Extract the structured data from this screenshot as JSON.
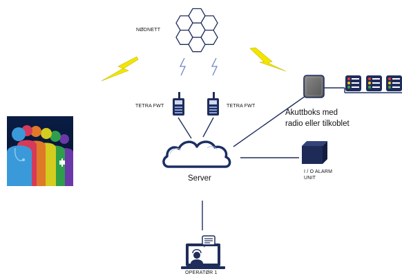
{
  "diagram": {
    "network_label": "NØDNETT",
    "radio_left_label": "TETRA FWT",
    "radio_right_label": "TETRA FWT",
    "akuttboks_line1": "Akuttboks med",
    "akuttboks_line2": "radio eller tilkoblet",
    "server_label": "Server",
    "io_line1": "I / O ALARM",
    "io_line2": "UNIT",
    "operator_label": "OPERATØR 1"
  },
  "colors": {
    "link_line": "#1f2d5c",
    "lightning": "#f2e600",
    "cloud": "#1c2f63",
    "io_box": "#1f2b57",
    "akuttboks": "#6b6b6b"
  },
  "icons": [
    "hexagon-network-icon",
    "lightning-icon",
    "signal-icon",
    "radio-terminal-icon",
    "cloud-icon",
    "akuttboks-icon",
    "traffic-light-icon",
    "io-alarm-unit-icon",
    "operator-laptop-icon",
    "people-group-icon"
  ]
}
